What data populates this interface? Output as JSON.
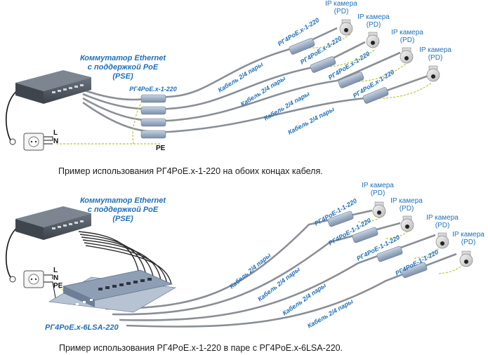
{
  "top": {
    "switch_label": [
      "Коммутатор Ethernet",
      "с поддержкой PoE",
      "(PSE)"
    ],
    "module_label": "РГ4PoE.x-1-220",
    "pe": "PE",
    "l": "L",
    "n": "N",
    "remote_modules": [
      "РГ4PoE.x-1-220",
      "РГ4PoE.x-1-220",
      "РГ4PoE.x-1-220",
      "РГ4PoE.x-1-220"
    ],
    "cables": [
      "Кабель 2/4 пары",
      "Кабель 2/4 пары",
      "Кабель 2/4 пары",
      "Кабель 2/4 пары"
    ],
    "cameras": [
      {
        "line1": "IP камера",
        "line2": "(PD)"
      },
      {
        "line1": "IP камера",
        "line2": "(PD)"
      },
      {
        "line1": "IP камера",
        "line2": "(PD)"
      },
      {
        "line1": "IP камера",
        "line2": "(PD)"
      }
    ],
    "caption": "Пример использования  РГ4PoE.x-1-220 на обоих концах кабеля."
  },
  "bottom": {
    "switch_label": [
      "Коммутатор Ethernet",
      "с поддержкой PoE",
      "(PSE)"
    ],
    "panel_label": "РГ4PoE.x-6LSA-220",
    "pe": "PE",
    "l": "L",
    "n": "N",
    "remote_modules": [
      "РГ4PoE-1-1-220",
      "РГ4PoE-1-1-220",
      "РГ4PoE-1-1-220",
      "РГ4PoE-1-1-220"
    ],
    "cables": [
      "Кабель 2/4 пары",
      "Кабель 2/4 пары",
      "Кабель 2/4 пары",
      "Кабель 2/4 пары"
    ],
    "cameras": [
      {
        "line1": "IP камера",
        "line2": "(PD)"
      },
      {
        "line1": "IP камера",
        "line2": "(PD)"
      },
      {
        "line1": "IP камера",
        "line2": "(PD)"
      },
      {
        "line1": "IP камера",
        "line2": "(PD)"
      }
    ],
    "caption": "Пример использования РГ4PoE.x-1-220 в паре с РГ4PoE.x-6LSA-220."
  }
}
